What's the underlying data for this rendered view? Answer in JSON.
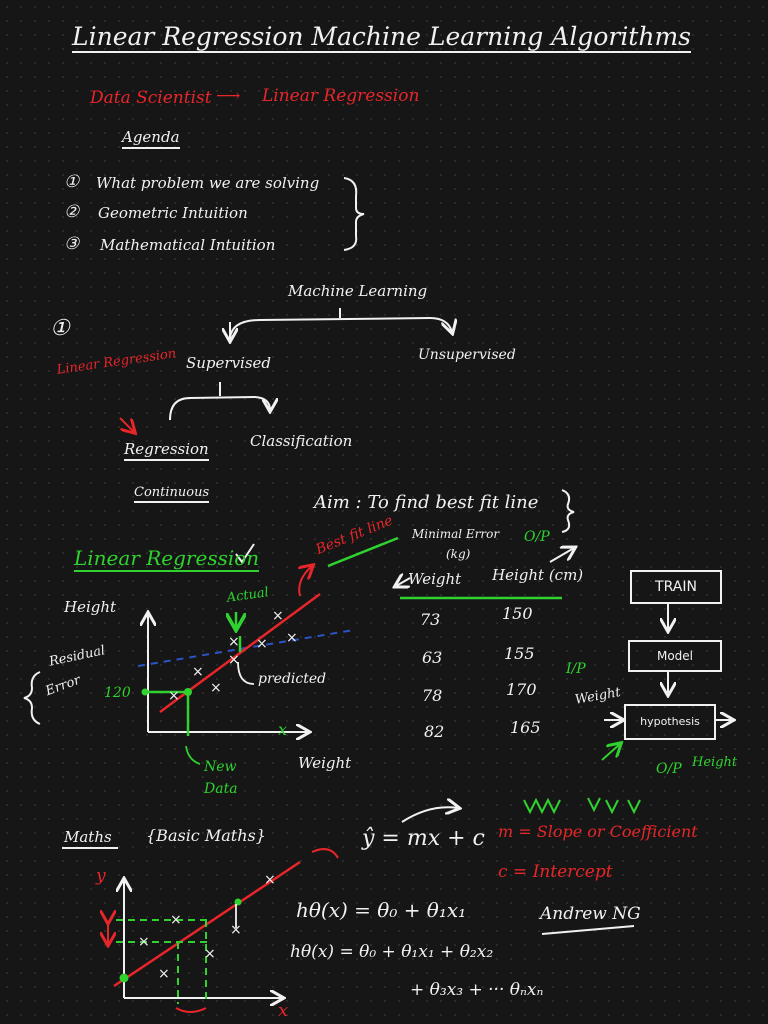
{
  "title": "Linear Regression Machine Learning Algorithms",
  "career": {
    "role": "Data Scientist",
    "arrow": "⟶",
    "topic": "Linear Regression"
  },
  "agenda": {
    "heading": "Agenda",
    "items": [
      {
        "num": "①",
        "text": "What problem we are solving"
      },
      {
        "num": "②",
        "text": "Geometric Intuition"
      },
      {
        "num": "③",
        "text": "Mathematical Intuition"
      }
    ]
  },
  "section_one": "①",
  "ml_tree": {
    "root": "Machine Learning",
    "left": "Supervised",
    "right": "Unsupervised",
    "left_note": "Linear Regression",
    "children": [
      "Regression",
      "Classification"
    ],
    "regression_note": "Continuous"
  },
  "aim": {
    "text": "Aim : To find best fit line",
    "note": "Minimal Error"
  },
  "lr_heading": "Linear Regression",
  "best_fit_label": "Best fit line",
  "graph1": {
    "y_label": "Height",
    "x_label": "Weight",
    "residual_label_1": "Residual",
    "residual_label_2": "Error",
    "y_value": "120",
    "actual": "Actual",
    "predicted": "predicted",
    "new_data_1": "New",
    "new_data_2": "Data",
    "x_mark": "x"
  },
  "table": {
    "unit_note": "(kg)",
    "op_note": "O/P",
    "headers": [
      "Weight",
      "Height (cm)"
    ],
    "rows": [
      [
        "73",
        "150"
      ],
      [
        "63",
        "155"
      ],
      [
        "78",
        "170"
      ],
      [
        "82",
        "165"
      ]
    ]
  },
  "pipeline": {
    "train": "TRAIN",
    "model": "Model",
    "hypothesis": "hypothesis",
    "ip": "I/P",
    "ip_value": "Weight",
    "op": "O/P",
    "op_value": "Height"
  },
  "maths": {
    "heading": "Maths",
    "basic": "{Basic Maths}",
    "equation": "ŷ = mx + c",
    "slope": "m = Slope or Coefficient",
    "intercept": "c = Intercept",
    "author": "Andrew NG",
    "h1": "hθ(x) = θ₀ + θ₁x₁",
    "h2": "hθ(x) = θ₀ + θ₁x₁ + θ₂x₂",
    "h3": "+ θ₃x₃ + ··· θₙxₙ",
    "y_axis": "y",
    "x_axis": "x"
  },
  "colors": {
    "ink": "#f1f1f1",
    "red": "#e8262a",
    "green": "#2fd22f",
    "blue": "#2c54c8",
    "board": "#161616"
  }
}
